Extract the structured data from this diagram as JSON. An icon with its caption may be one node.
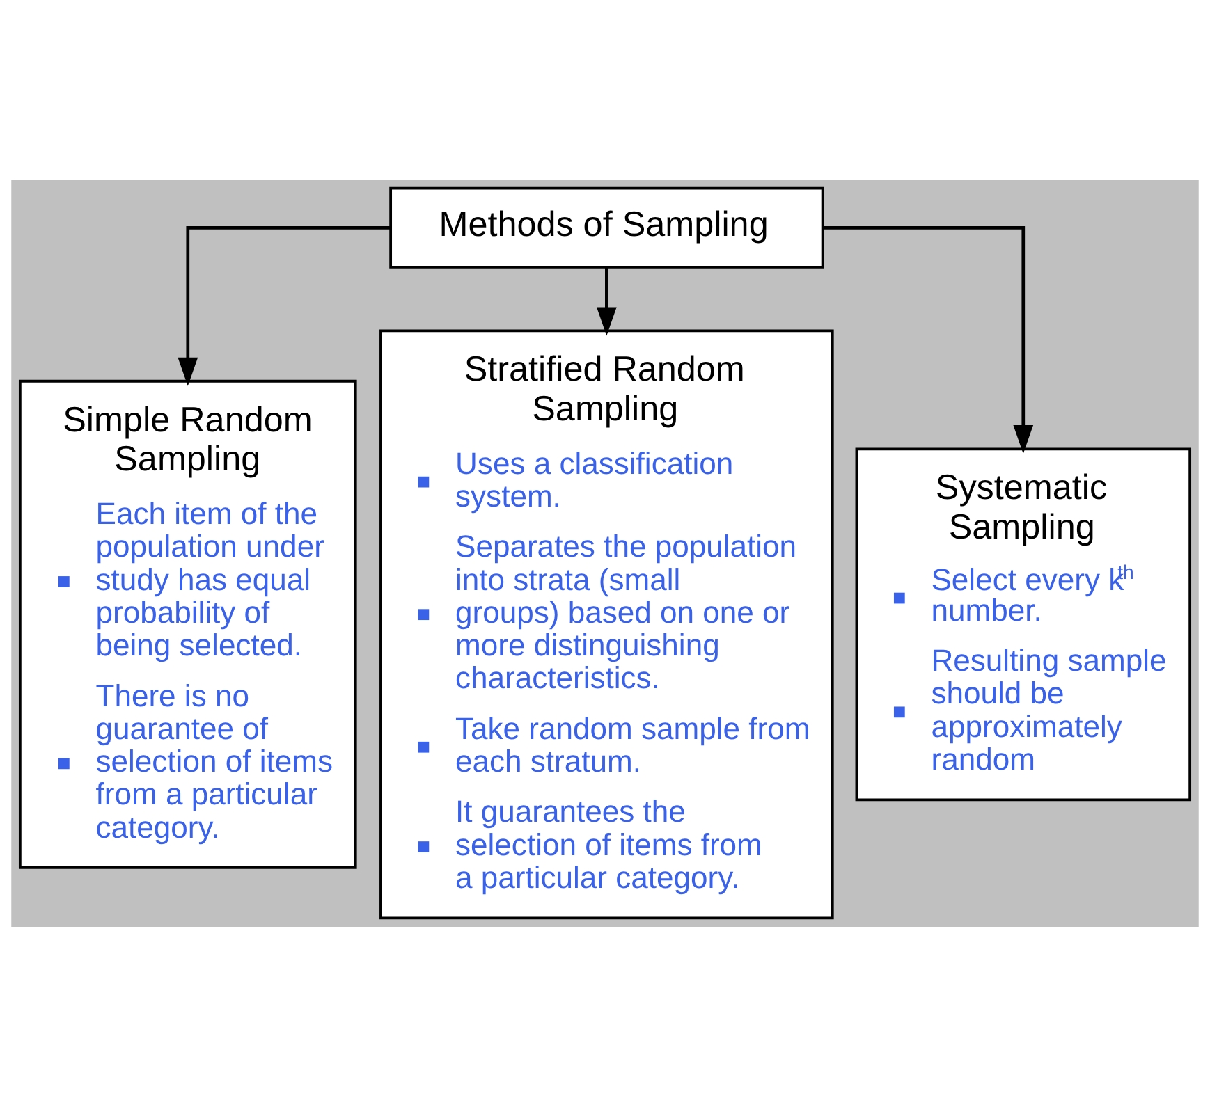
{
  "diagram": {
    "nodes": [
      {
        "text": [
          "Methods of Sampling"
        ]
      },
      {
        "text": [
          "Simple Random Sampling",
          "Each item of the population under study has equal probability of being selected.",
          "There is no guarantee of selection of items from a particular category."
        ]
      },
      {
        "text": [
          "Stratified Random Sampling",
          "Uses a classification system.",
          "Separates the population into strata (small groups) based on one or more distinguishing characteristics.",
          "Take random sample from each stratum.",
          "It guarantees the selection of items from a particular category."
        ]
      },
      {
        "text": [
          "Systematic Sampling",
          "Select every k$^{th}$ number.",
          "Resulting sample should be approximately random"
        ]
      }
    ],
    "edges": [
      {
        "from": 0,
        "to": 1,
        "arrow": "to"
      },
      {
        "from": 0,
        "to": 2,
        "arrow": "to"
      },
      {
        "from": 0,
        "to": 3,
        "arrow": "to"
      }
    ]
  }
}
